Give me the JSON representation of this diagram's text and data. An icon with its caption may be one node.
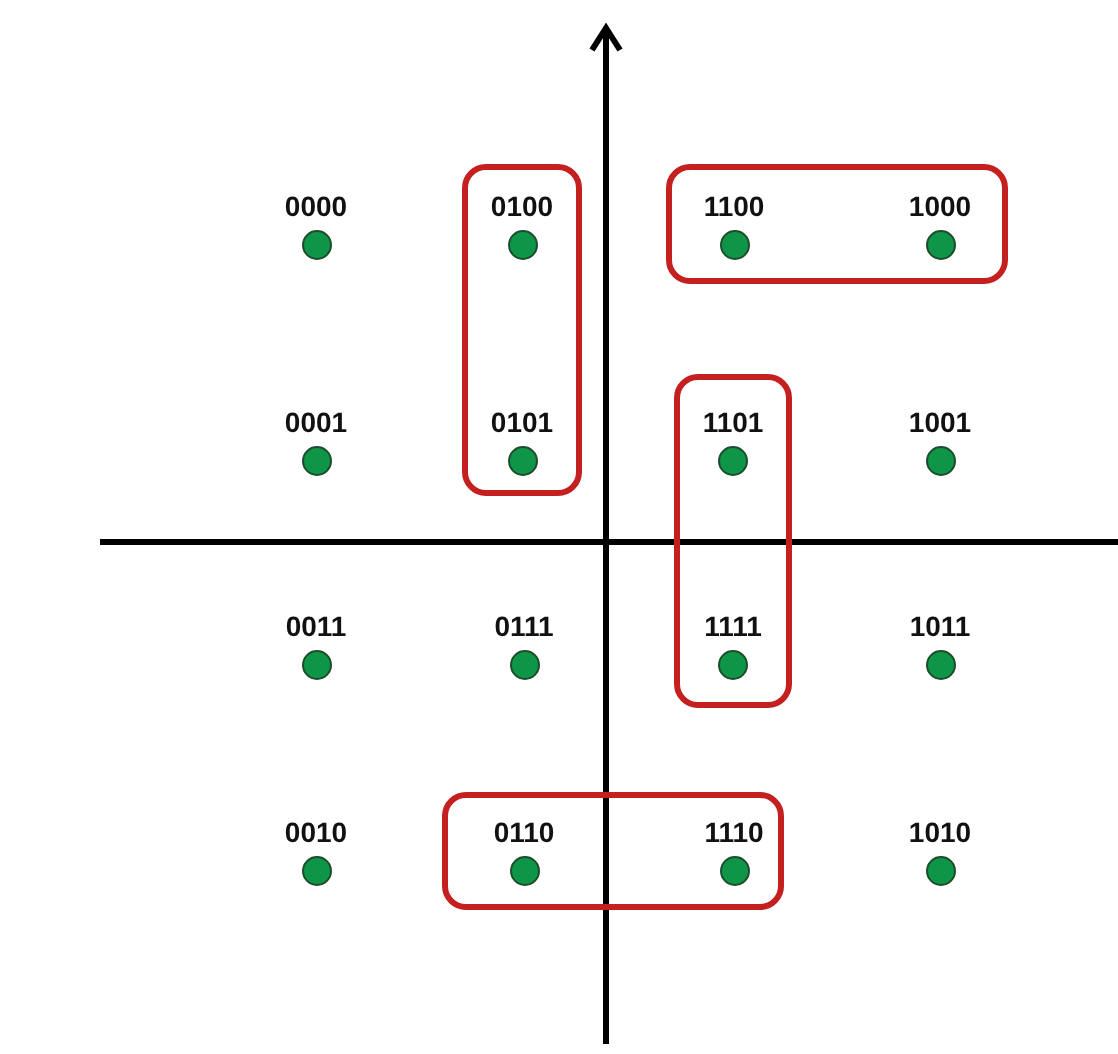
{
  "diagram": {
    "nodes": [
      {
        "text": [
          "0000"
        ]
      },
      {
        "text": [],
        "shape": "box"
      },
      {
        "text": [
          "0100"
        ],
        "in": 1
      },
      {
        "text": [],
        "shape": "box"
      },
      {
        "text": [
          "1100"
        ],
        "in": 3
      },
      {
        "text": [
          "1000"
        ],
        "in": 3
      },
      {
        "text": [
          "0001"
        ]
      },
      {
        "text": [
          "0101"
        ],
        "in": 1
      },
      {
        "text": [],
        "shape": "box"
      },
      {
        "text": [
          "1101"
        ],
        "in": 8
      },
      {
        "text": [
          "1001"
        ]
      },
      {
        "text": [
          "0011"
        ]
      },
      {
        "text": [
          "0111"
        ]
      },
      {
        "text": [
          "1111"
        ],
        "in": 8
      },
      {
        "text": [
          "1011"
        ]
      },
      {
        "text": [
          "0010"
        ]
      },
      {
        "text": [],
        "shape": "box"
      },
      {
        "text": [
          "0110"
        ],
        "in": 16
      },
      {
        "text": [
          "1110"
        ],
        "in": 16
      },
      {
        "text": [
          "1010"
        ]
      }
    ]
  }
}
